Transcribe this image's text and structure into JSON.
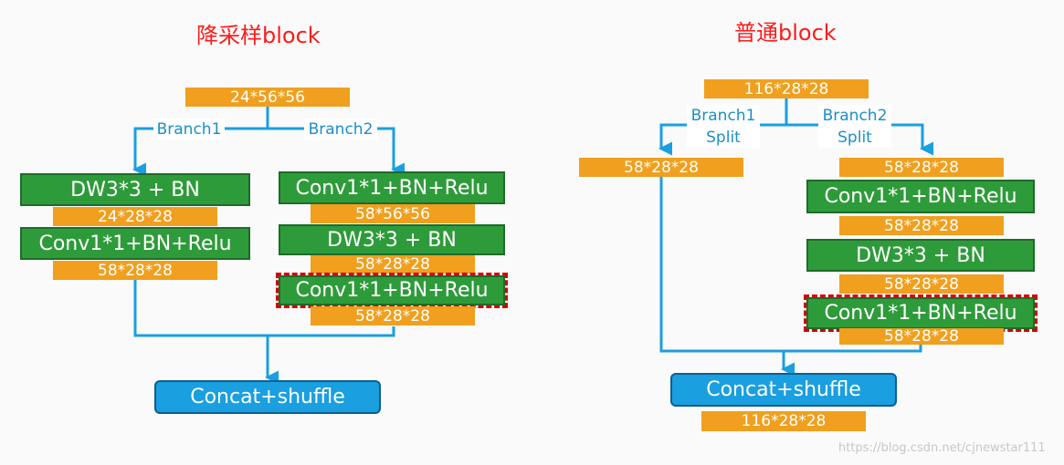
{
  "colors": {
    "title": "#ff1a1a",
    "shape_orange": "#f0a01e",
    "block_green": "#2e9b3a",
    "concat_blue": "#1a9fe0",
    "arrow_blue": "#1a9fe0",
    "highlight_dashed": "#d40000",
    "downsample_marker": "#e0207a"
  },
  "left": {
    "title": "降采样block",
    "input": "24*56*56",
    "branch1_label": "Branch1",
    "branch2_label": "Branch2",
    "branch1": {
      "dw": "DW3*3 + BN",
      "dw_out": "24*28*28",
      "conv": "Conv1*1+BN+Relu",
      "conv_out": "58*28*28"
    },
    "branch2": {
      "conv1": "Conv1*1+BN+Relu",
      "conv1_out": "58*56*56",
      "dw": "DW3*3 + BN",
      "dw_out": "58*28*28",
      "conv2": "Conv1*1+BN+Relu",
      "conv2_out": "58*28*28"
    },
    "concat": "Concat+shuffle"
  },
  "right": {
    "title": "普通block",
    "input": "116*28*28",
    "branch1_label": "Branch1",
    "branch1_sub": "Split",
    "branch2_label": "Branch2",
    "branch2_sub": "Split",
    "branch1_out": "58*28*28",
    "branch2": {
      "in": "58*28*28",
      "conv1": "Conv1*1+BN+Relu",
      "conv1_out": "58*28*28",
      "dw": "DW3*3 + BN",
      "dw_out": "58*28*28",
      "conv2": "Conv1*1+BN+Relu",
      "conv2_out": "58*28*28"
    },
    "concat": "Concat+shuffle",
    "output": "116*28*28"
  },
  "watermark": "https://blog.csdn.net/cjnewstar111"
}
